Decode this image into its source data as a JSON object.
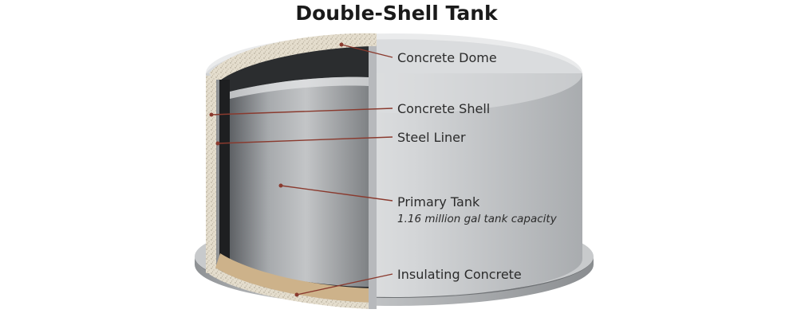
{
  "title": "Double-Shell Tank",
  "labels": {
    "concrete_dome": "Concrete Dome",
    "concrete_shell": "Concrete Shell",
    "steel_liner": "Steel Liner",
    "primary_tank": "Primary Tank",
    "primary_tank_capacity": "1.16 million gal tank capacity",
    "insulating_concrete": "Insulating Concrete"
  },
  "colors": {
    "leader": "#8a3a2e",
    "concrete": "#e2dccf",
    "steel": "#9b9ea1",
    "insulating": "#cdb28a"
  }
}
